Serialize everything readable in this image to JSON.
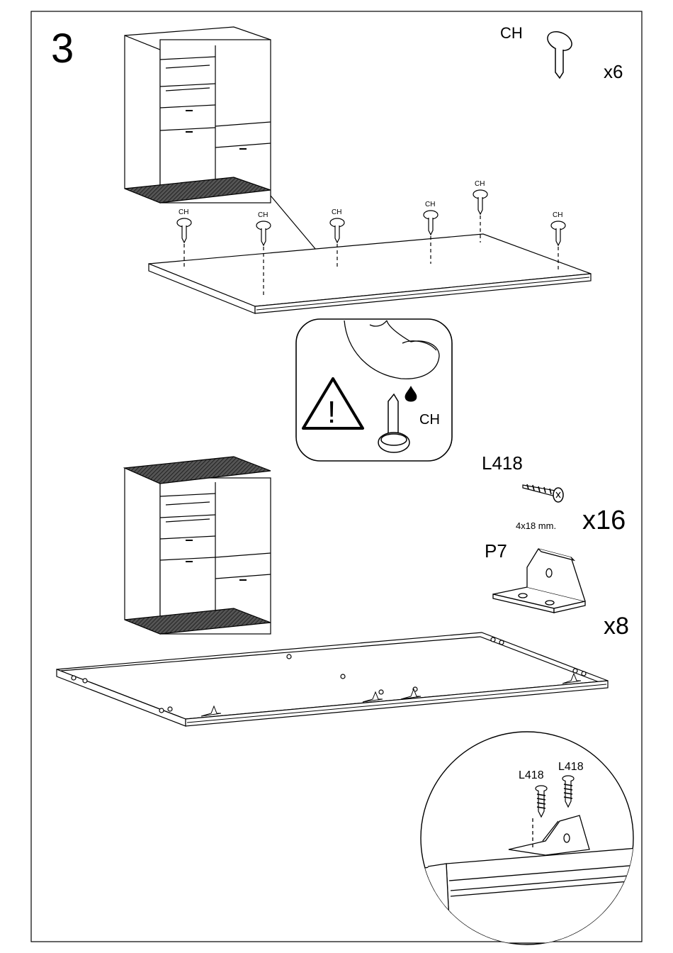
{
  "step": {
    "number": "3"
  },
  "parts": {
    "ch": {
      "code": "CH",
      "qty": "x6"
    },
    "l418": {
      "code": "L418",
      "size": "4x18 mm.",
      "qty": "x16"
    },
    "p7": {
      "code": "P7",
      "qty": "x8"
    }
  },
  "top_panel_labels": [
    "CH",
    "CH",
    "CH",
    "CH",
    "CH",
    "CH"
  ],
  "warning": {
    "part_code": "CH",
    "symbol": "!"
  },
  "detail_labels": [
    "L418",
    "L418"
  ],
  "colors": {
    "line": "#000000",
    "panel_fill": "#ffffff",
    "hatch": "#3a3a3a"
  }
}
